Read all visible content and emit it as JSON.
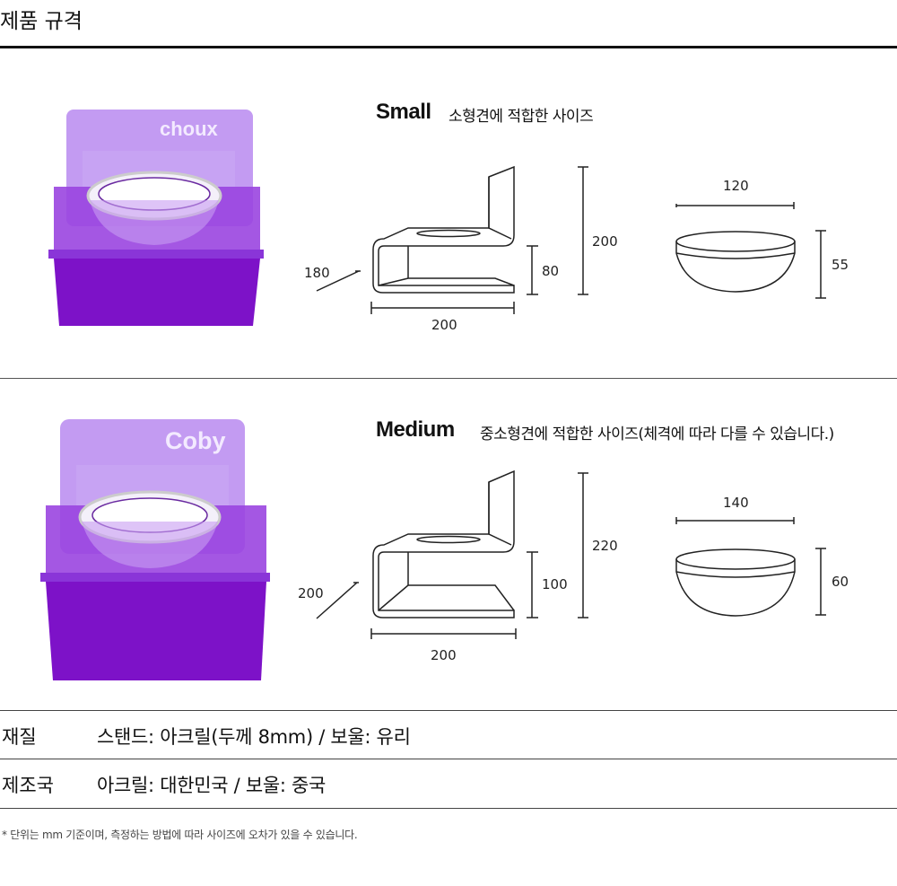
{
  "title": "제품 규격",
  "colors": {
    "acrylic": "#8a2be2",
    "acrylic_light": "#b67ff0"
  },
  "sizes": [
    {
      "name": "Small",
      "description": "소형견에 적합한 사이즈",
      "brand": "choux",
      "stand": {
        "depth": "180",
        "inner_height": "80",
        "height": "200",
        "width": "200"
      },
      "bowl": {
        "diameter": "120",
        "height": "55"
      }
    },
    {
      "name": "Medium",
      "description": "중소형견에 적합한 사이즈(체격에 따라 다를 수 있습니다.)",
      "brand": "Coby",
      "stand": {
        "depth": "200",
        "inner_height": "100",
        "height": "220",
        "width": "200"
      },
      "bowl": {
        "diameter": "140",
        "height": "60"
      }
    }
  ],
  "specs": [
    {
      "label": "재질",
      "value": "스탠드: 아크릴(두께 8mm) /  보울: 유리"
    },
    {
      "label": "제조국",
      "value": "아크릴: 대한민국 /  보울: 중국"
    }
  ],
  "note": "* 단위는 mm 기준이며, 측정하는 방법에 따라 사이즈에 오차가 있을 수 있습니다."
}
